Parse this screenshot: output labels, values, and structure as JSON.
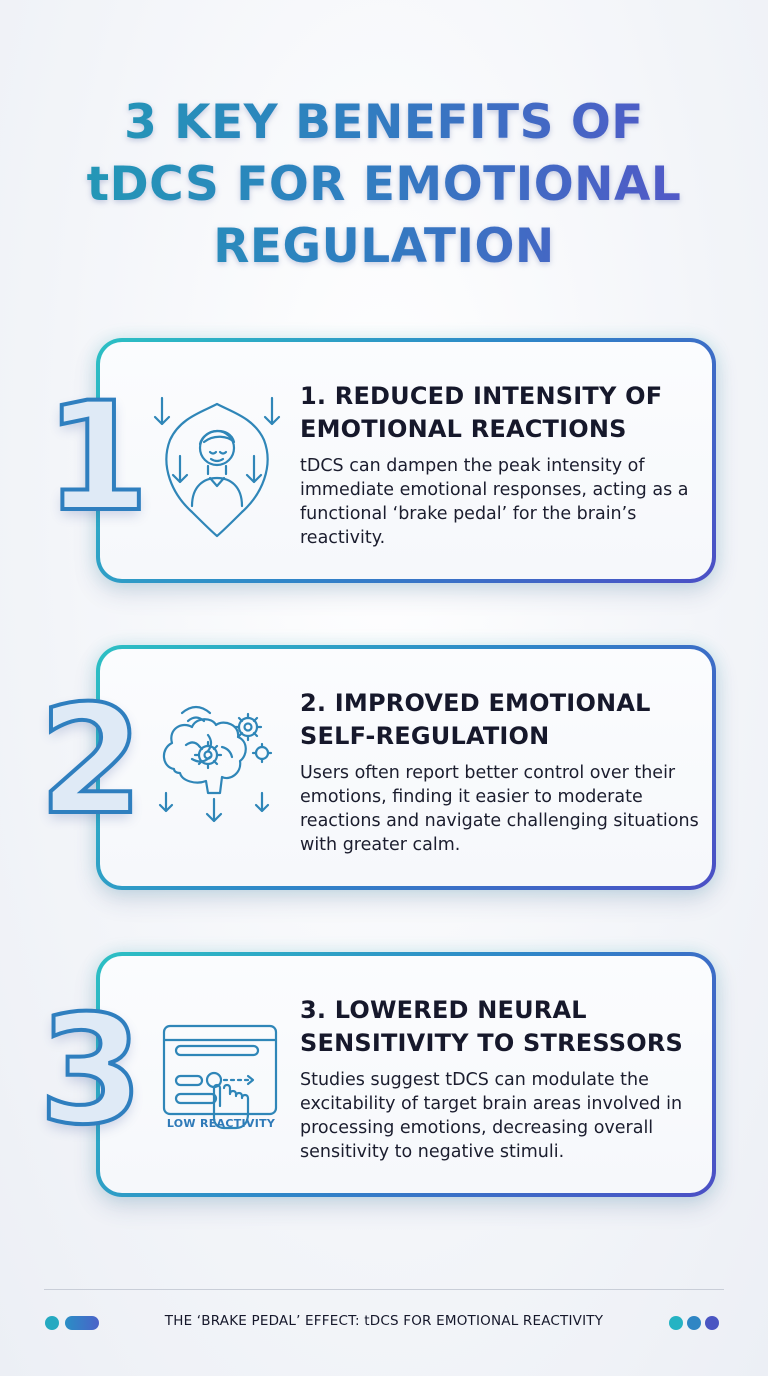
{
  "title": {
    "line1": "3 KEY BENEFITS OF",
    "line2": "tDCS FOR EMOTIONAL",
    "line3": "REGULATION"
  },
  "benefits": [
    {
      "number": "1",
      "heading_line1": "1. REDUCED INTENSITY OF",
      "heading_line2": "EMOTIONAL REACTIONS",
      "description": "tDCS can dampen the peak intensity of immediate emotional responses, acting as a functional ‘brake pedal’ for the brain’s reactivity.",
      "icon": "calm-person-shield-icon"
    },
    {
      "number": "2",
      "heading_line1": "2. IMPROVED EMOTIONAL",
      "heading_line2": "SELF-REGULATION",
      "description": "Users often report better control over their emotions, finding it easier to moderate reactions and navigate challenging situations with greater calm.",
      "icon": "brain-gears-icon"
    },
    {
      "number": "3",
      "heading_line1": "3. LOWERED NEURAL",
      "heading_line2": "SENSITIVITY TO STRESSORS",
      "description": "Studies suggest tDCS can modulate the excitability of target brain areas involved in processing emotions, decreasing overall sensitivity to negative stimuli.",
      "icon": "slider-hand-icon",
      "icon_caption": "LOW REACTIVITY"
    }
  ],
  "footer": {
    "text": "THE ‘BRAKE PEDAL’ EFFECT: tDCS FOR EMOTIONAL REACTIVITY"
  },
  "colors": {
    "teal": "#2cc0c4",
    "blue": "#2f7fbf",
    "indigo": "#4b4fc5"
  }
}
